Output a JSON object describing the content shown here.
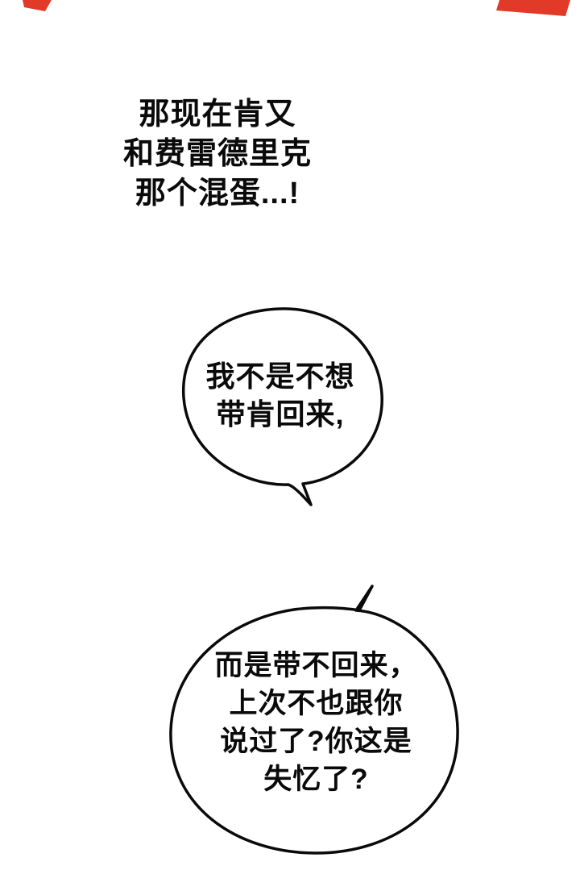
{
  "page": {
    "background_color": "#ffffff",
    "ink_color": "#0a0a0a",
    "accent_red": "#e23a28"
  },
  "narration": {
    "lines": [
      "那现在肯又",
      "和费雷德里克",
      "那个混蛋...!"
    ]
  },
  "bubble1": {
    "lines": [
      "我不是不想",
      "带肯回来,"
    ]
  },
  "bubble2": {
    "lines": [
      "而是带不回来，",
      "上次不也跟你",
      "说过了?你这是",
      "失忆了?"
    ]
  }
}
